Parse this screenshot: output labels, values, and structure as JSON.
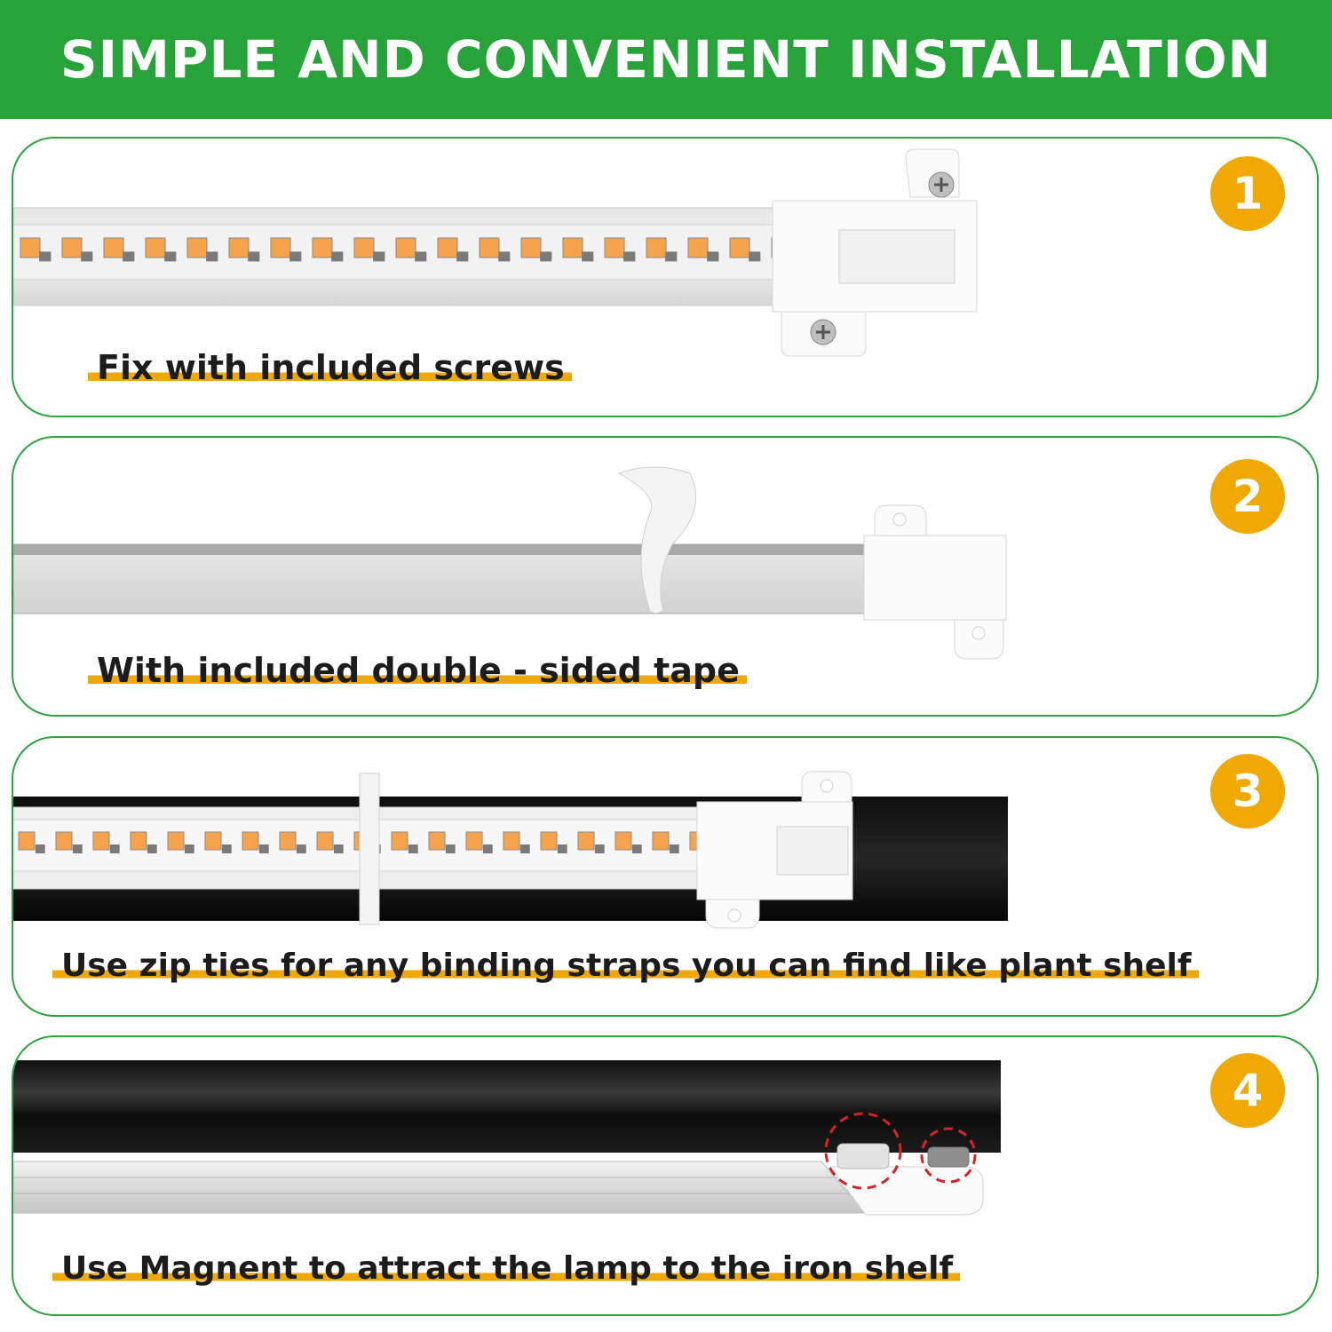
{
  "header": {
    "title": "SIMPLE AND CONVENIENT INSTALLATION"
  },
  "steps": [
    {
      "number": "1",
      "caption": "Fix with included screws",
      "illustration": "led-strip-with-screw-clips"
    },
    {
      "number": "2",
      "caption": "With included double - sided tape",
      "illustration": "aluminum-channel-with-tape"
    },
    {
      "number": "3",
      "caption": "Use zip ties for any binding straps you can find like plant shelf",
      "illustration": "led-strip-on-black-bar-with-zip-tie"
    },
    {
      "number": "4",
      "caption": "Use Magnent to attract the lamp to the iron shelf",
      "illustration": "aluminum-channel-under-black-bar-with-magnets"
    }
  ],
  "colors": {
    "banner": "#27a33a",
    "panel_border": "#2ea43e",
    "badge": "#f0a904",
    "caption_underline": "#f0a904",
    "led": "#f5a34d",
    "magnet_circle": "#d42525"
  }
}
